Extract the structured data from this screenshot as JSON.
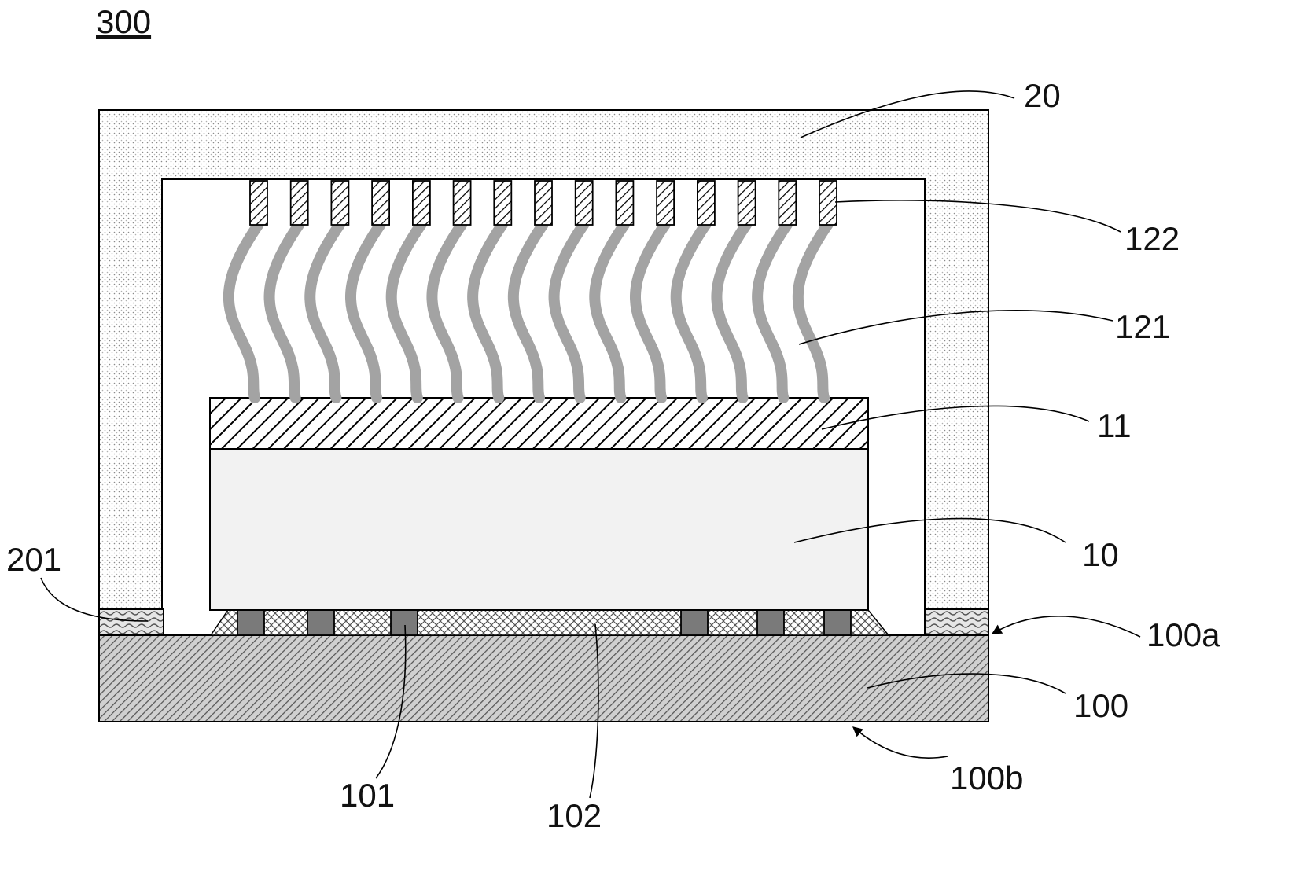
{
  "figure": {
    "number": "300"
  },
  "labels": {
    "cover": "20",
    "contact_pads": "122",
    "wires": "121",
    "top_layer": "11",
    "chip": "10",
    "cover_adhesive": "201",
    "substrate_top_surface": "100a",
    "substrate": "100",
    "substrate_bottom_surface": "100b",
    "bumps": "101",
    "underfill": "102"
  },
  "colors": {
    "wire": "#a3a3a3",
    "chip_fill": "#f2f2f2",
    "bump_fill": "#7a7a7a",
    "outline": "#000000"
  },
  "counts": {
    "wires": 15
  }
}
